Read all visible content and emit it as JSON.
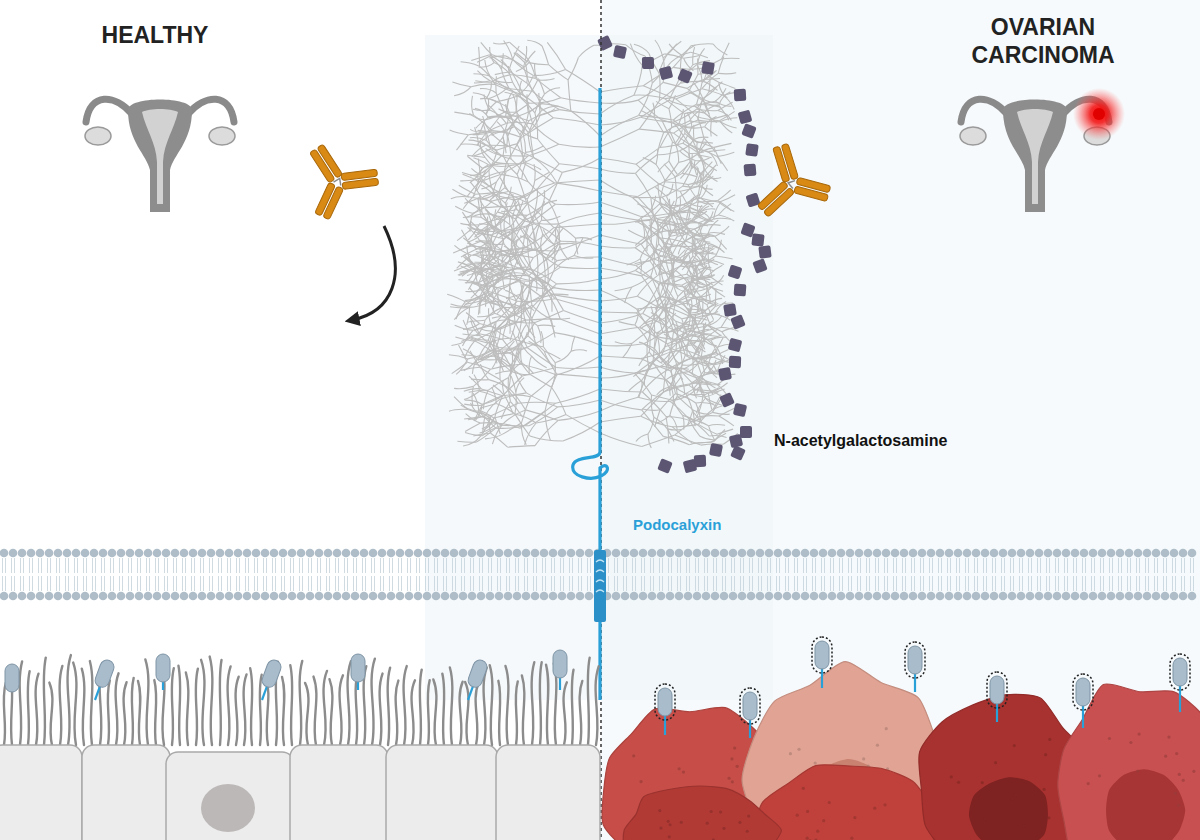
{
  "diagram": {
    "labels": [
      "HEALTHY",
      "OVARIAN CARCINOMA",
      "N-acetylgalactosamine",
      "Podocalyxin"
    ]
  }
}
